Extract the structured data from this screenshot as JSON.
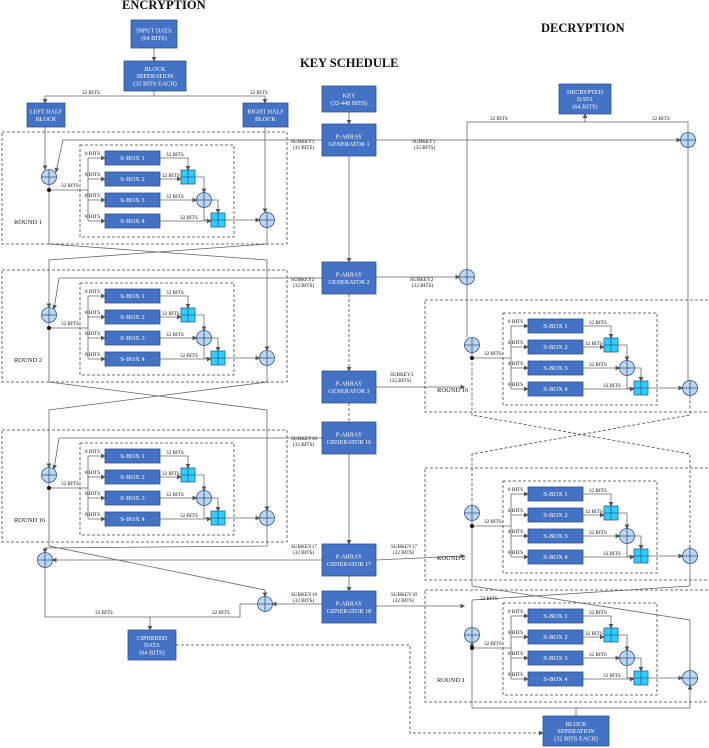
{
  "headings": {
    "encryption": "ENCRYPTION",
    "decryption": "DECRYPTION",
    "key_schedule": "KEY SCHEDULE"
  },
  "enc_top": {
    "input": [
      "INPUT DATA",
      "(64 BITS)"
    ],
    "block_sep": [
      "BLOCK",
      "SEPERATION",
      "(32 BITS EACH)"
    ],
    "left_half": [
      "LEFT HALF",
      "BLOCK"
    ],
    "right_half": [
      "RIGHT HALF",
      "BLOCK"
    ],
    "bits_label": "32 BITS"
  },
  "key": {
    "key": [
      "KEY",
      "(32-448 BITS)"
    ],
    "generators": [
      [
        "P-ARRAY",
        "GENERATOR 1"
      ],
      [
        "P-ARRAY",
        "GENERATOR 2"
      ],
      [
        "P-ARRAY",
        "GENERATOR 3"
      ],
      [
        "P-ARRAY",
        "GENERATOR 16"
      ],
      [
        "P-ARRAY",
        "GENERATOR 17"
      ],
      [
        "P-ARRAY",
        "GENERATOR 18"
      ]
    ],
    "subkeys": [
      [
        "SUBKEY1",
        "(32 BITS)"
      ],
      [
        "SUBKEY2",
        "(32 BITS)"
      ],
      [
        "SUBKEY3",
        "(32 BITS)"
      ],
      [
        "SUBKEY16",
        "(32 BITS)"
      ],
      [
        "SUBKEY17",
        "(32 BITS)"
      ],
      [
        "SUBKEY18",
        "(32 BITS)"
      ]
    ]
  },
  "round": {
    "sboxes": [
      "S-BOX 1",
      "S-BOX 2",
      "S-BOX 3",
      "S-BOX 4"
    ],
    "bits8": "8 BITS",
    "bits32": "32 BITS"
  },
  "enc_rounds": [
    "ROUND 1",
    "ROUND 2",
    "ROUND 16"
  ],
  "dec_rounds": [
    "ROUND 16",
    "ROUND 2",
    "ROUND 1"
  ],
  "outputs": {
    "ciphered": [
      "CIPHERED",
      "DATA",
      "(64 BITS)"
    ],
    "decrypted": [
      "DECRYPTED",
      "DATA",
      "(64 BITS)"
    ],
    "dec_block_sep": [
      "BLOCK",
      "SEPERATION",
      "(32 BITS EACH)"
    ]
  },
  "colors": {
    "box": "#4472c4",
    "xor": "#bdd7ee",
    "adder": "#33ccff"
  }
}
